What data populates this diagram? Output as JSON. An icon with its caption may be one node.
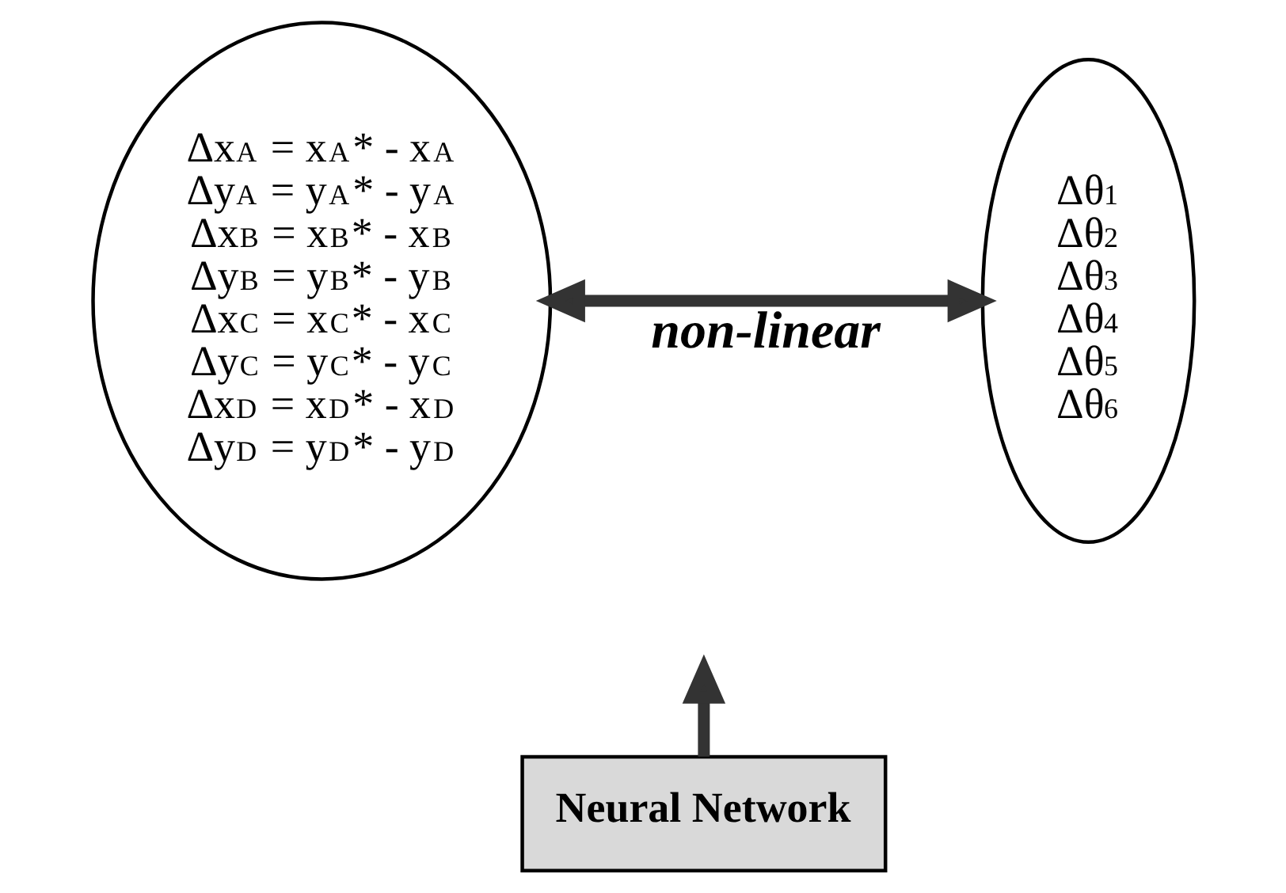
{
  "diagram": {
    "nodes": [
      {
        "text": [
          "Δx$_{A}$ = x$_{A}$* - x$_{A}$",
          "Δy$_{A}$ = y$_{A}$* - y$_{A}$",
          "Δx$_{B}$ = x$_{B}$* - x$_{B}$",
          "Δy$_{B}$ = y$_{B}$* - y$_{B}$",
          "Δx$_{C}$ = x$_{C}$* - x$_{C}$",
          "Δy$_{C}$ = y$_{C}$* - y$_{C}$",
          "Δx$_{D}$ = x$_{D}$* - x$_{D}$",
          "Δy$_{D}$ = y$_{D}$* - y$_{D}$"
        ]
      },
      {
        "text": [
          "Δθ$_{1}$",
          "Δθ$_{2}$",
          "Δθ$_{3}$",
          "Δθ$_{4}$",
          "Δθ$_{5}$",
          "Δθ$_{6}$"
        ]
      },
      {
        "text": [
          "Neural Network"
        ]
      }
    ],
    "edges": [
      {
        "from": 0,
        "to": 1,
        "arrow": "both",
        "label": "non-linear"
      },
      {
        "from": 2,
        "to": null,
        "arrow": "to"
      }
    ]
  }
}
